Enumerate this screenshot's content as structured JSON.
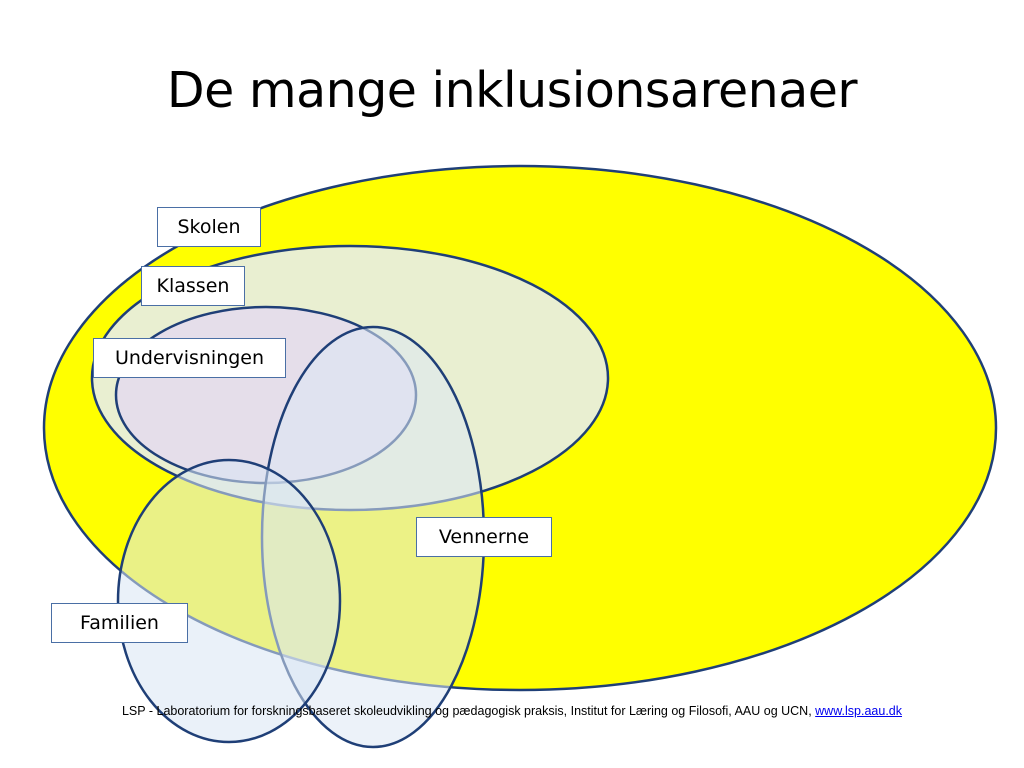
{
  "title": "De mange inklusionsarenaer",
  "labels": {
    "skolen": "Skolen",
    "klassen": "Klassen",
    "undervisningen": "Undervisningen",
    "vennerne": "Vennerne",
    "familien": "Familien"
  },
  "footer": {
    "text": "LSP - Laboratorium for forskningsbaseret skoleudvikling og pædagogisk praksis, Institut for Læring og Filosofi, AAU og UCN, ",
    "link_text": "www.lsp.aau.dk"
  },
  "colors": {
    "skolen_fill": "#ffff00",
    "klassen_fill": "#e8eedc",
    "undervisningen_fill": "#e4dcec",
    "vennerne_fill": "#dde8f4",
    "familien_fill": "#d8e6f4",
    "outline": "#1f3f77",
    "link": "#0000ee"
  }
}
